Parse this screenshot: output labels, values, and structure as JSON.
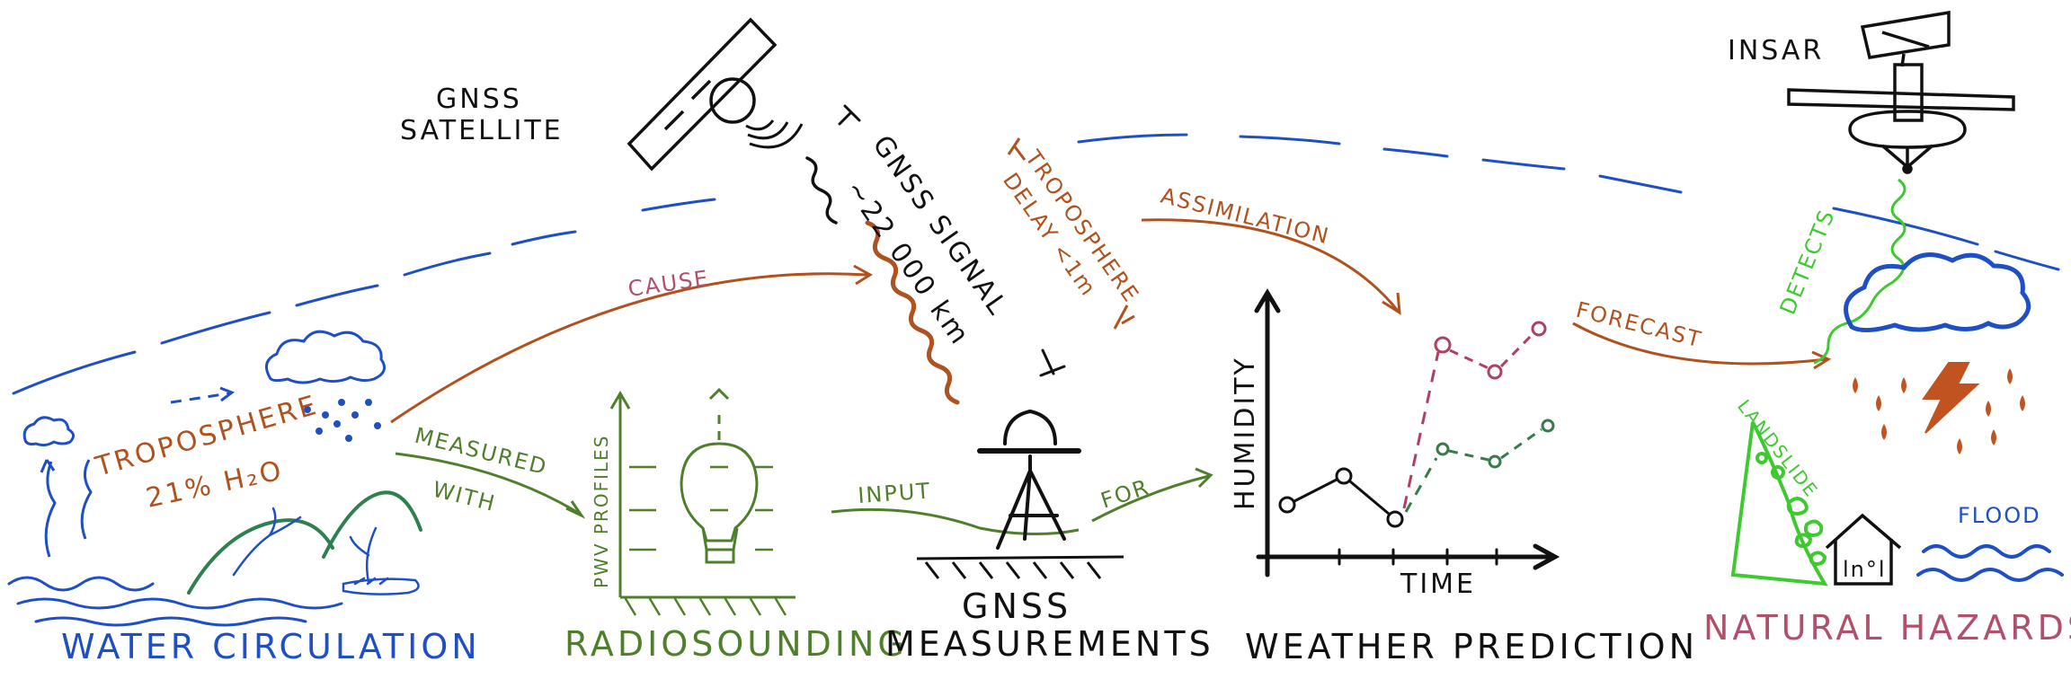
{
  "colors": {
    "blue": "#1f4fc4",
    "green_dark": "#4f7f2a",
    "black": "#111111",
    "rust": "#b0521f",
    "pink": "#b0506a",
    "bright_green": "#3fc930",
    "dash_pink": "#b04060",
    "dash_green": "#3a7a4a"
  },
  "labels": {
    "gnss_satellite_l1": "GNSS",
    "gnss_satellite_l2": "SATELLITE",
    "insar": "INSAR",
    "gnss_signal_l1": "GNSS SIGNAL",
    "gnss_signal_l2": "~22 000 km",
    "troposphere_delay_l1": "TROPOSPHERE",
    "troposphere_delay_l2": "DELAY <1m",
    "assimilation": "ASSIMILATION",
    "cause": "CAUSE",
    "forecast": "FORECAST",
    "detects": "DETECTS",
    "landslide": "LANDSLIDE",
    "troposphere_l1": "TROPOSPHERE",
    "troposphere_l2": "21% H₂O",
    "measured_with_l1": "MEASURED",
    "measured_with_l2": "WITH",
    "pwv_profiles": "PWV PROFILES",
    "input": "INPUT",
    "for": "FOR",
    "humidity": "HUMIDITY",
    "time": "TIME",
    "flood": "FLOOD",
    "house_sign": "ln°l",
    "water_circulation": "WATER CIRCULATION",
    "radiosounding": "RADIOSOUNDING",
    "gnss_measurements_l1": "GNSS",
    "gnss_measurements_l2": "MEASUREMENTS",
    "weather_prediction": "WEATHER PREDICTION",
    "natural_hazards": "NATURAL HAZARDS"
  }
}
